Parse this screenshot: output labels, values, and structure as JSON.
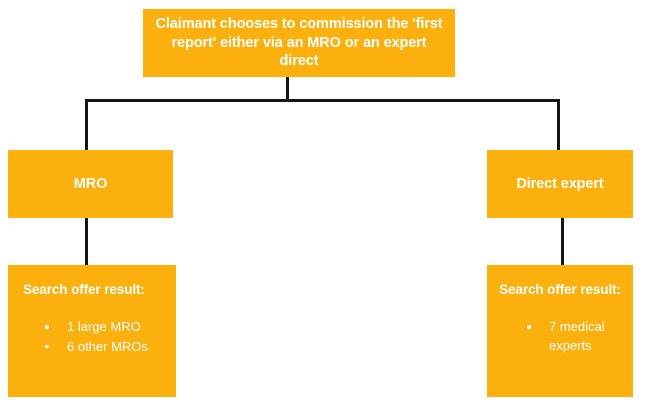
{
  "diagram": {
    "title_text": "Claimant chooses to commission the 'first report' either via an MRO or an expert direct",
    "accent_color": "#FBB00E",
    "text_color": "#FFFFFF",
    "connector_color": "#151515",
    "background_color": "#FFFFFF",
    "nodes": {
      "root": {
        "label": "Claimant chooses to commission the 'first report' either via an MRO or an expert direct"
      },
      "mro": {
        "label": "MRO"
      },
      "direct_expert": {
        "label": "Direct expert"
      },
      "mro_result": {
        "heading": "Search offer result:",
        "bullets": [
          "1 large MRO",
          "6 other MROs"
        ]
      },
      "direct_expert_result": {
        "heading": "Search offer result:",
        "bullets": [
          "7 medical experts"
        ]
      }
    }
  }
}
